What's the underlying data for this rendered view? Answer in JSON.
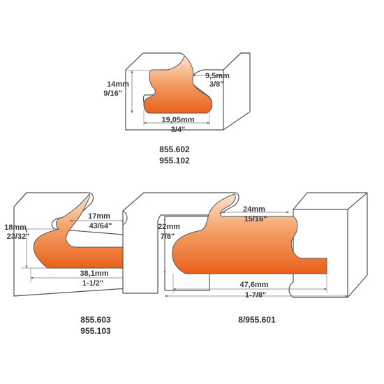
{
  "colors": {
    "profile_fill_dark": "#e8611a",
    "profile_fill_light": "#fde3cf",
    "outline": "#555555",
    "text": "#333333"
  },
  "profile_top": {
    "height_mm": "14mm",
    "height_in": "9/16\"",
    "depth_mm": "9,5mm",
    "depth_in": "3/8\"",
    "width_mm": "19,05mm",
    "width_in": "3/4\"",
    "code_1": "855.602",
    "code_2": "955.102"
  },
  "profile_left": {
    "height_mm": "18mm",
    "height_in": "23/32\"",
    "depth_mm": "17mm",
    "depth_in": "43/64\"",
    "width_mm": "38,1mm",
    "width_in": "1-1/2\"",
    "code_1": "855.603",
    "code_2": "955.103"
  },
  "profile_right": {
    "height_mm": "22mm",
    "height_in": "7/8\"",
    "depth_mm": "24mm",
    "depth_in": "15/16\"",
    "width_mm": "47,6mm",
    "width_in": "1-7/8\"",
    "code_1": "8/955.601"
  }
}
